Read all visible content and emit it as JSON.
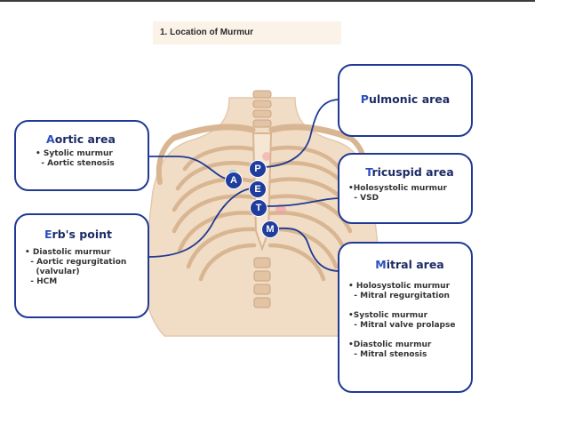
{
  "title": "1. Location of Murmur",
  "markers": {
    "aortic": "A",
    "pulmonic": "P",
    "erb": "E",
    "tricuspid": "T",
    "mitral": "M"
  },
  "boxes": {
    "pulmonic": {
      "first": "P",
      "rest": "ulmonic area",
      "lines": []
    },
    "aortic": {
      "first": "A",
      "rest": "ortic area",
      "lines": [
        "• Sytolic murmur",
        "  - Aortic stenosis"
      ]
    },
    "tricuspid": {
      "first": "T",
      "rest": "ricuspid area",
      "lines": [
        "•Holosystolic murmur",
        "  - VSD"
      ]
    },
    "erb": {
      "first": "E",
      "rest": "rb's point",
      "lines": [
        "• Diastolic murmur",
        "  - Aortic regurgitation",
        "    (valvular)",
        "  - HCM"
      ]
    },
    "mitral": {
      "first": "M",
      "rest": "itral area",
      "lines": [
        "• Holosystolic murmur",
        "  - Mitral regurgitation",
        "",
        "•Systolic murmur",
        "  - Mitral valve prolapse",
        "",
        "•Diastolic murmur",
        "  - Mitral stenosis"
      ]
    }
  },
  "colors": {
    "box_border": "#203a93",
    "marker": "#1f3d9c",
    "skin": "#f1dcc6",
    "bone": "#d9b692"
  }
}
